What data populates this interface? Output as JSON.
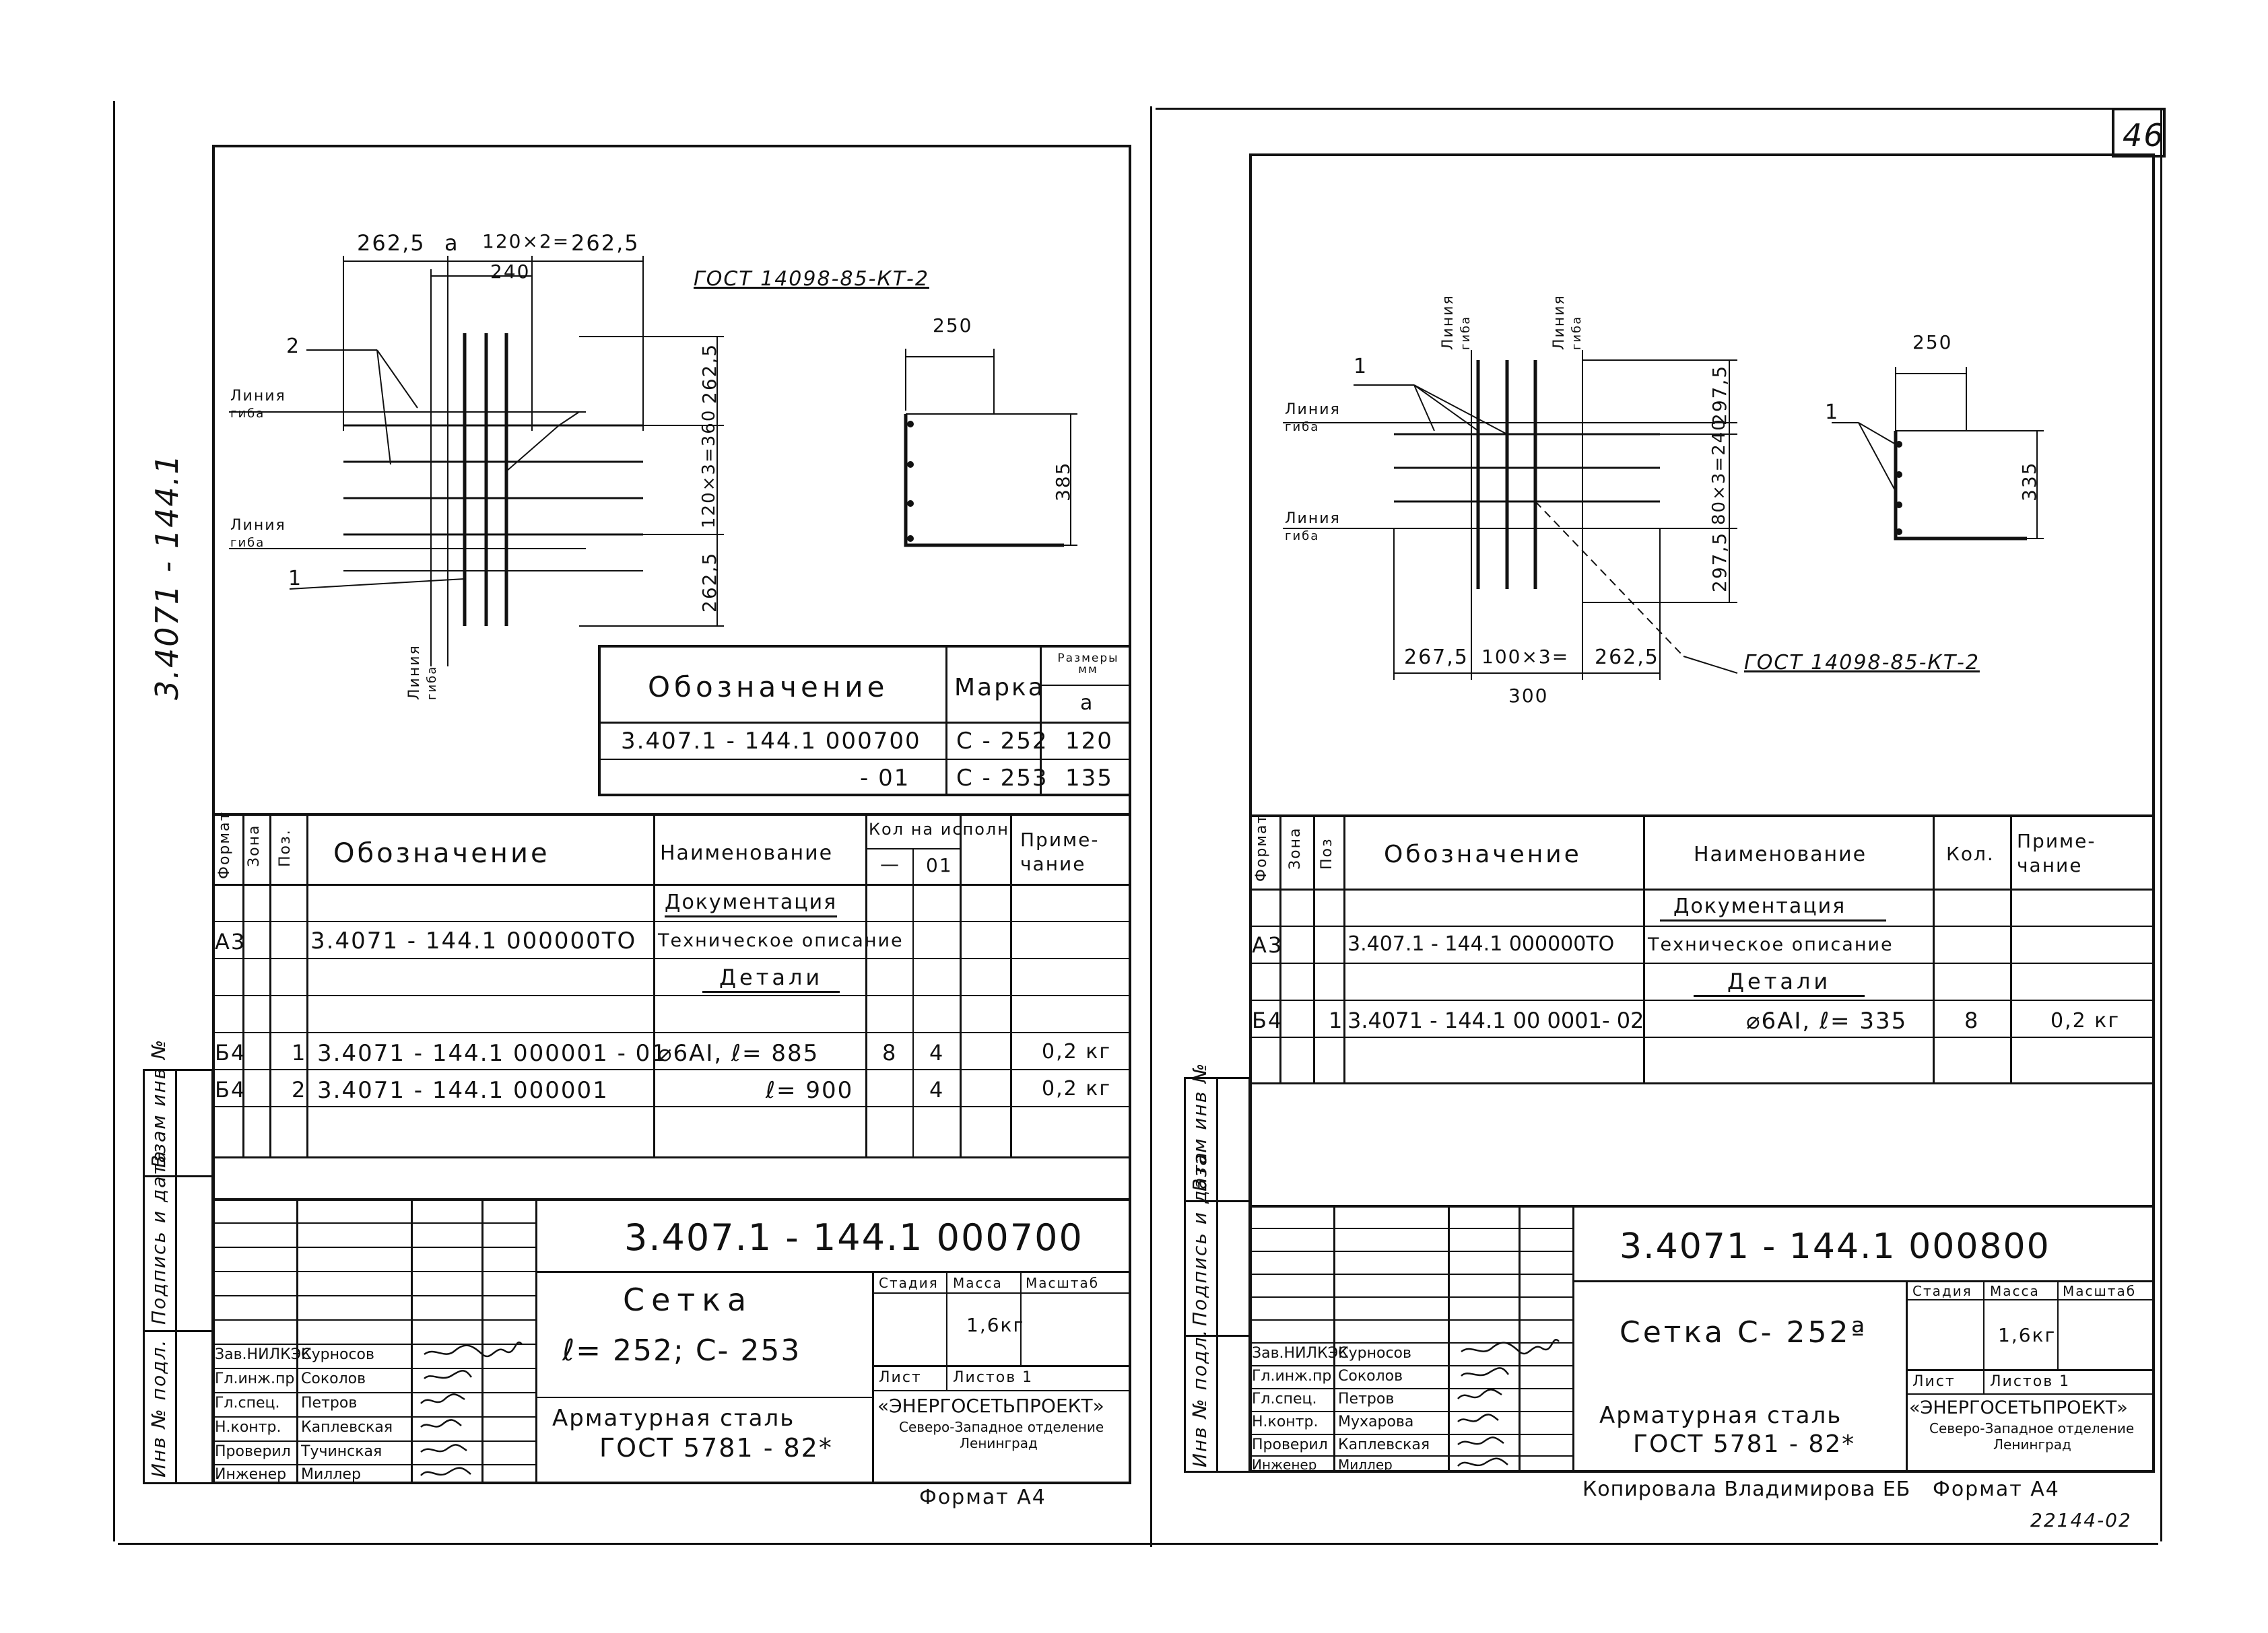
{
  "page_number": "46",
  "margin_code": "3.4071 - 144.1",
  "bottom_code": "22144-02",
  "copied_by": "Копировала Владимирова ЕБ",
  "left_stamp": {
    "invent_swap": "Взам инв №",
    "sign_date": "Подпись и дата",
    "invent_orig": "Инв № подл."
  },
  "left": {
    "sketch": {
      "dims_top": [
        "262,5",
        "a",
        "120×2=",
        "262,5"
      ],
      "dim_240": "240",
      "gost": "ГОСТ 14098-85-КТ-2",
      "pos2": "2",
      "pos1": "1",
      "bend_line": [
        "Линия",
        "гиба"
      ],
      "dims_right": [
        "262,5",
        "120×3=360",
        "262,5"
      ],
      "dim_250": "250",
      "dim_385": "385"
    },
    "marks_table": {
      "h_designation": "Обозначение",
      "h_mark": "Марка",
      "h_sizes": "Размеры мм",
      "h_a": "a",
      "rows": [
        {
          "designation": "3.407.1 - 144.1 000700",
          "mark": "С - 252",
          "a": "120"
        },
        {
          "designation": "- 01",
          "mark": "С - 253",
          "a": "135"
        }
      ]
    },
    "spec": {
      "h_format": "Формат",
      "h_zone": "Зона",
      "h_pos": "Поз.",
      "h_designation": "Обозначение",
      "h_name": "Наименование",
      "h_qty": "Кол на исполн",
      "h_qty_dash": "—",
      "h_qty_01": "01",
      "h_note": "Приме-чание",
      "section_docs": "Документация",
      "doc_row": {
        "format": "А3",
        "designation": "3.4071 - 144.1 000000ТО",
        "name": "Техническое описание"
      },
      "section_parts": "Детали",
      "rows": [
        {
          "format": "Б4",
          "pos": "1",
          "designation": "3.4071 - 144.1 000001 - 01",
          "name": "⌀6AI,   ℓ= 885",
          "q1": "8",
          "q2": "4",
          "note": "0,2 кг"
        },
        {
          "format": "Б4",
          "pos": "2",
          "designation": "3.4071 - 144.1 000001",
          "name": "ℓ= 900",
          "q1": "",
          "q2": "4",
          "note": "0,2 кг"
        }
      ]
    },
    "title_block": {
      "code": "3.407.1 - 144.1 000700",
      "name_line1": "Сетка",
      "name_line2": "ℓ= 252;   С- 253",
      "material_line1": "Арматурная  сталь",
      "material_line2": "ГОСТ  5781 - 82*",
      "h_stage": "Стадия",
      "h_mass": "Масса",
      "h_scale": "Масштаб",
      "mass": "1,6кг",
      "sheet": "Лист",
      "sheets": "Листов  1",
      "org1": "«ЭНЕРГОСЕТЬПРОЕКТ»",
      "org2": "Северо-Западное отделение",
      "org3": "Ленинград",
      "staff": [
        {
          "role": "Зав.НИЛКЭС",
          "name": "Курносов"
        },
        {
          "role": "Гл.инж.пр",
          "name": "Соколов"
        },
        {
          "role": "Гл.спец.",
          "name": "Петров"
        },
        {
          "role": "Н.контр.",
          "name": "Каплевская"
        },
        {
          "role": "Проверил",
          "name": "Тучинская"
        },
        {
          "role": "Инженер",
          "name": "Миллер"
        }
      ],
      "format": "Формат  А4"
    }
  },
  "right": {
    "sketch": {
      "bend_line": [
        "Линия",
        "гиба"
      ],
      "pos1": "1",
      "dims_right": [
        "297,5",
        "80×3=240",
        "297,5"
      ],
      "dims_bottom": [
        "267,5",
        "100×3=",
        "262,5"
      ],
      "dim_300": "300",
      "gost": "ГОСТ 14098-85-КТ-2",
      "dim_250": "250",
      "dim_335": "335"
    },
    "spec": {
      "h_format": "Формат",
      "h_zone": "Зона",
      "h_pos": "Поз",
      "h_designation": "Обозначение",
      "h_name": "Наименование",
      "h_qty": "Кол.",
      "h_note": "Приме-чание",
      "section_docs": "Документация",
      "doc_row": {
        "format": "А3",
        "designation": "3.407.1 - 144.1  000000ТО",
        "name": "Техническое описание"
      },
      "section_parts": "Детали",
      "rows": [
        {
          "format": "Б4",
          "pos": "1",
          "designation": "3.4071 - 144.1  00 0001- 02",
          "name": "⌀6AI,   ℓ= 335",
          "qty": "8",
          "note": "0,2 кг"
        }
      ]
    },
    "title_block": {
      "code": "3.4071 - 144.1  000800",
      "name": "Сетка   С- 252ª",
      "material_line1": "Арматурная  сталь",
      "material_line2": "ГОСТ  5781 - 82*",
      "h_stage": "Стадия",
      "h_mass": "Масса",
      "h_scale": "Масштаб",
      "mass": "1,6кг",
      "sheet": "Лист",
      "sheets": "Листов  1",
      "org1": "«ЭНЕРГОСЕТЬПРОЕКТ»",
      "org2": "Северо-Западное отделение",
      "org3": "Ленинград",
      "staff": [
        {
          "role": "Зав.НИЛКЭС",
          "name": "Курносов"
        },
        {
          "role": "Гл.инж.пр",
          "name": "Соколов"
        },
        {
          "role": "Гл.спец.",
          "name": "Петров"
        },
        {
          "role": "Н.контр.",
          "name": "Мухарова"
        },
        {
          "role": "Проверил",
          "name": "Каплевская"
        },
        {
          "role": "Инженер",
          "name": "Миллер"
        }
      ],
      "format": "Формат  А4"
    }
  }
}
